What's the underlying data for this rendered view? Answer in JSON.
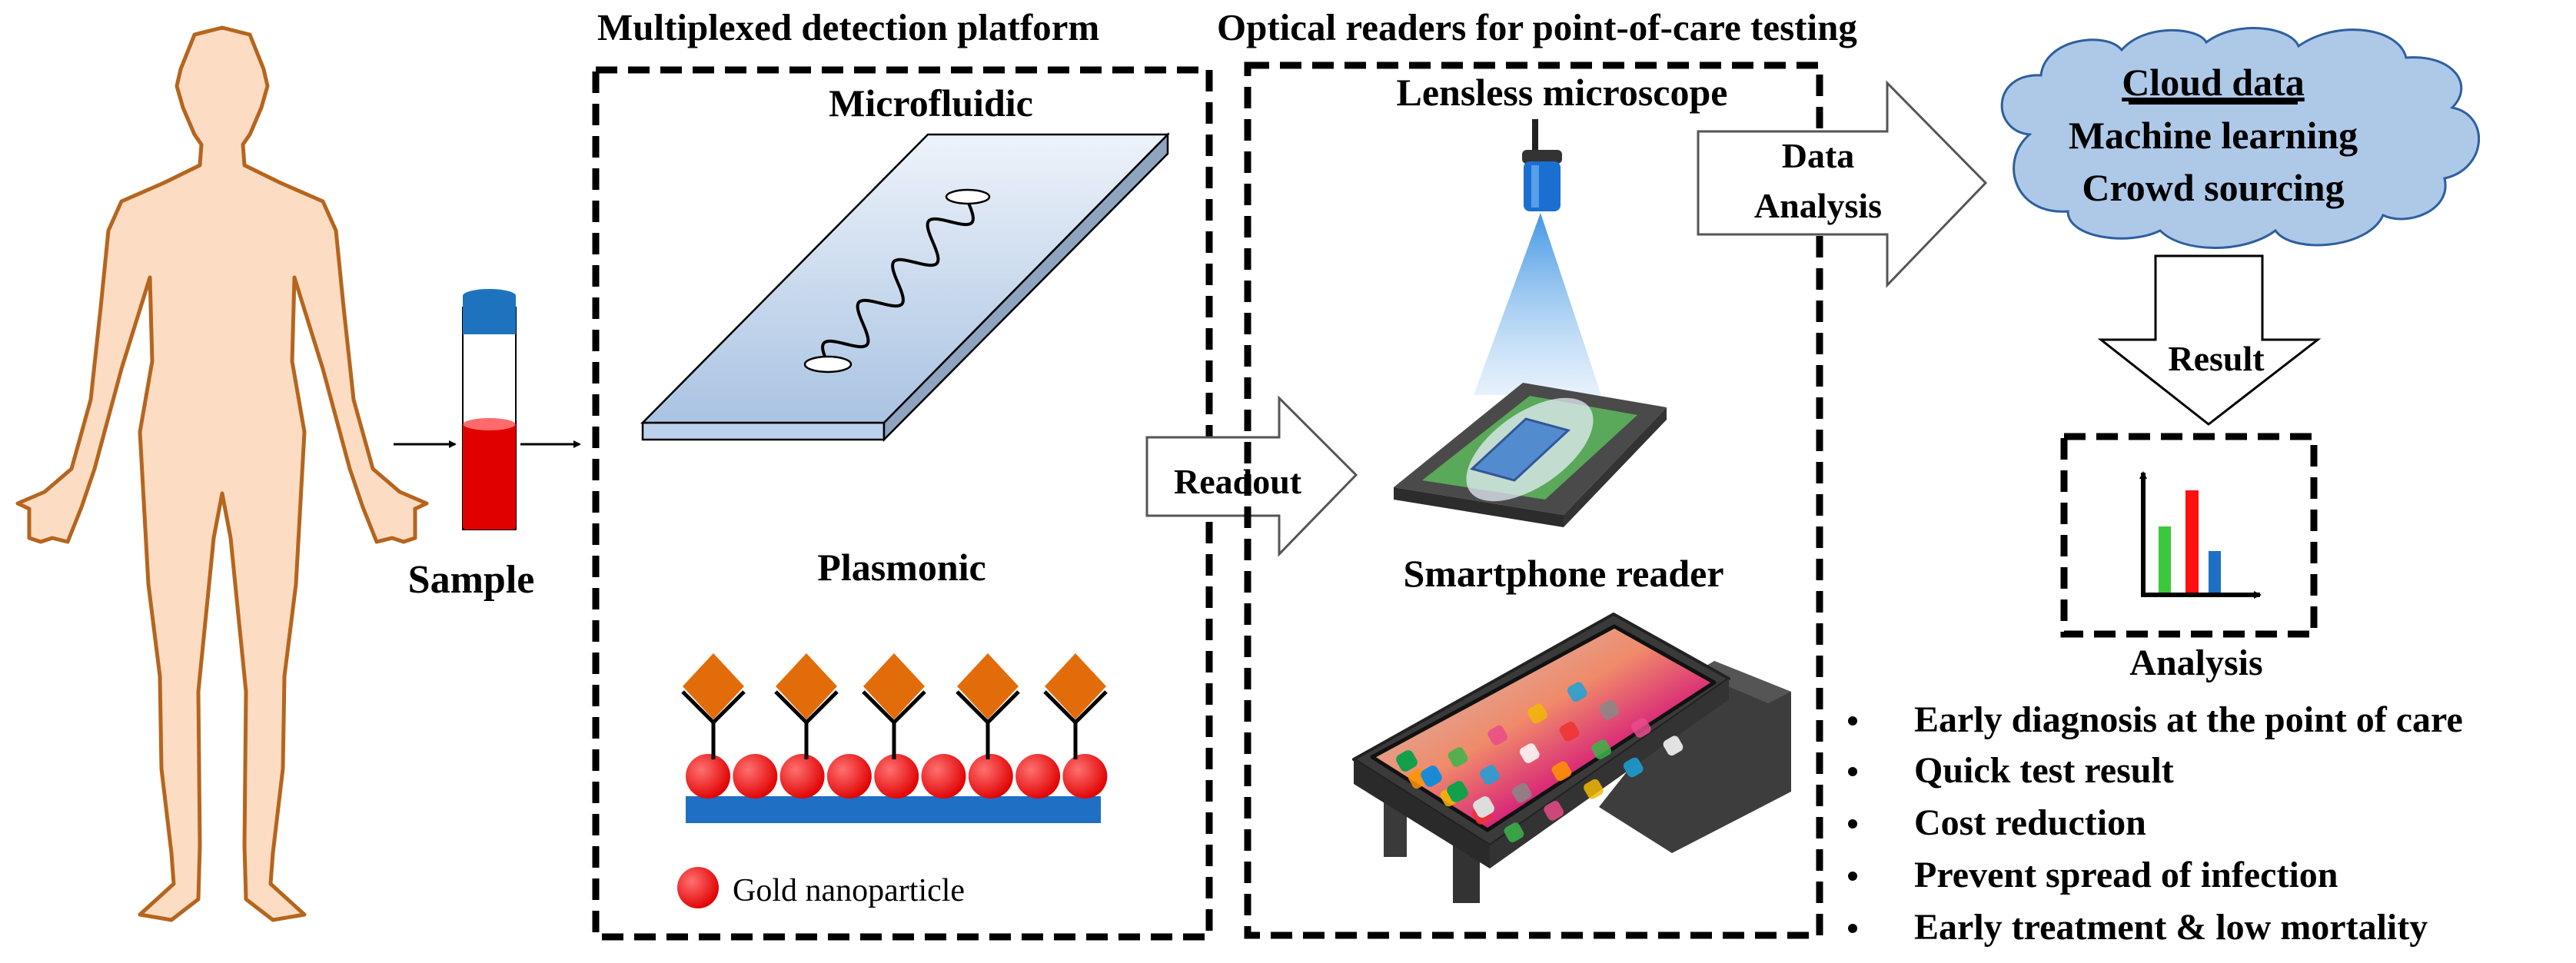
{
  "sample": {
    "label": "Sample"
  },
  "platform": {
    "title": "Multiplexed detection platform",
    "microfluidic_label": "Microfluidic",
    "plasmonic_label": "Plasmonic",
    "legend_label": "Gold nanoparticle"
  },
  "readout_arrow": {
    "label": "Readout"
  },
  "readers": {
    "title": "Optical readers for point-of-care testing",
    "lensless_label": "Lensless microscope",
    "smartphone_label": "Smartphone reader"
  },
  "data_arrow": {
    "line1": "Data",
    "line2": "Analysis"
  },
  "cloud": {
    "title": "Cloud data",
    "line1": "Machine learning",
    "line2": "Crowd sourcing"
  },
  "result_arrow": {
    "label": "Result"
  },
  "analysis": {
    "label": "Analysis"
  },
  "benefits": [
    "Early diagnosis at the point of care",
    "Quick test result",
    "Cost reduction",
    "Prevent spread of infection",
    "Early treatment & low mortality"
  ],
  "colors": {
    "skin": "#fddcc4",
    "skin_outline": "#b5651d",
    "tube_cap": "#1e73be",
    "blood": "#e00000",
    "antigen": "#e36c0a",
    "nanoparticle": "#ff1a1a",
    "substrate": "#1f6fc5",
    "cloud_fill": "#aec8e8",
    "cloud_stroke": "#2e5f9e",
    "bar_green": "#3cc83c",
    "bar_red": "#ff1010",
    "bar_blue": "#1f6fc5"
  }
}
